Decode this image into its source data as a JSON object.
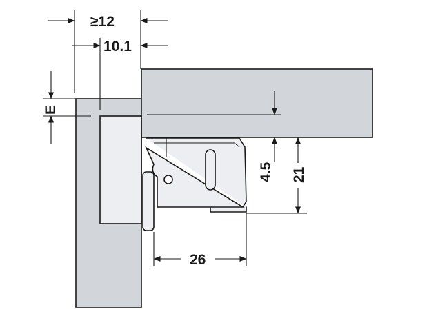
{
  "colors": {
    "panel_fill": "#d2d5da",
    "hinge_fill": "#eceef1",
    "line": "#1a1a1a",
    "background": "#ffffff"
  },
  "dimensions": {
    "min_12": "≥12",
    "d_10_1": "10.1",
    "e_label": "E",
    "d_4_5": "4.5",
    "d_21": "21",
    "d_26": "26"
  }
}
